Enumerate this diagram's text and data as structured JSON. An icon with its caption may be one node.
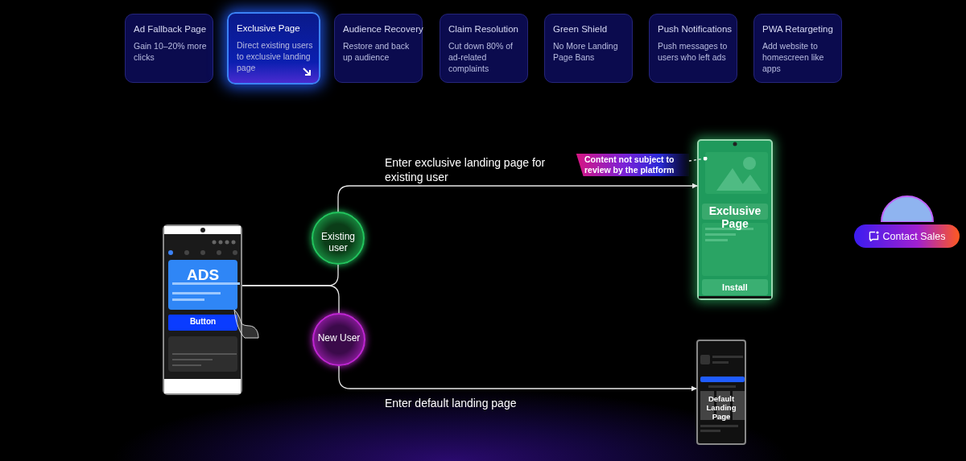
{
  "diagram": {
    "nodes": [
      {
        "text": [
          "Ad Fallback Page",
          "Gain 10–20% more clicks"
        ]
      },
      {
        "text": [
          "Exclusive Page",
          "Direct existing users to exclusive landing page"
        ]
      },
      {
        "text": [
          "Audience Recovery",
          "Restore and back up audience"
        ]
      },
      {
        "text": [
          "Claim Resolution",
          "Cut down 80% of ad-related complaints"
        ]
      },
      {
        "text": [
          "Green Shield",
          "No More Landing Page Bans"
        ]
      },
      {
        "text": [
          "Push Notifications",
          "Push messages to users who left ads"
        ]
      },
      {
        "text": [
          "PWA Retargeting",
          "Add website to homescreen like apps"
        ]
      },
      {
        "text": [
          "ADS",
          "Button"
        ]
      },
      {
        "text": [
          "Existing user"
        ]
      },
      {
        "text": [
          "New User"
        ]
      },
      {
        "text": [
          "Exclusive Page",
          "Install"
        ]
      },
      {
        "text": [
          "Default Landing Page"
        ]
      },
      {
        "text": [
          "Content not subject to review by the platform"
        ]
      },
      {
        "text": [],
        "shape": "picture",
        "in": 10
      },
      {
        "text": [
          "Contact Sales"
        ]
      }
    ],
    "edges": [
      {
        "from": 7,
        "to": 8,
        "arrow": "none"
      },
      {
        "from": 7,
        "to": 9,
        "arrow": "none"
      },
      {
        "from": 8,
        "to": 10,
        "arrow": "to",
        "label": "Enter exclusive landing page for existing user"
      },
      {
        "from": 9,
        "to": 11,
        "arrow": "to",
        "label": "Enter default landing page"
      },
      {
        "from": 12,
        "to": 13,
        "arrow": "other",
        "style": "dashed"
      }
    ]
  }
}
